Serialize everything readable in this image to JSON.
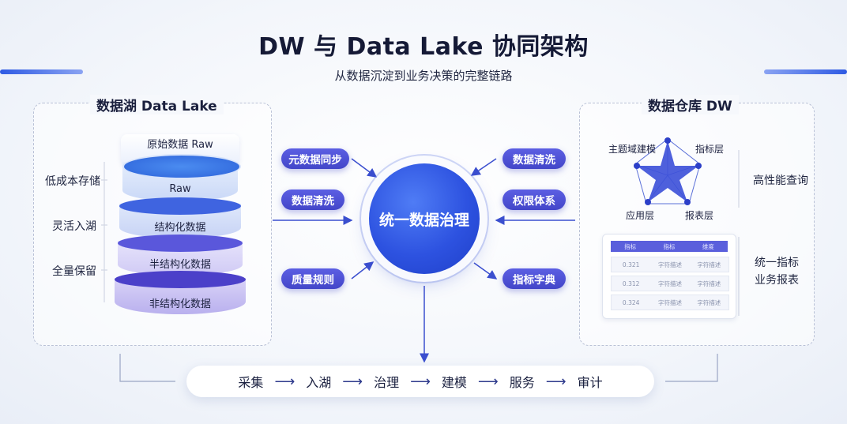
{
  "header": {
    "title": "DW 与 Data Lake 协同架构",
    "subtitle": "从数据沉淀到业务决策的完整链路",
    "accent_color": "#3b62e6"
  },
  "lake": {
    "title": "数据湖 Data Lake",
    "features": [
      "低成本存储",
      "灵活入湖",
      "全量保留"
    ],
    "layers": [
      "原始数据 Raw",
      "Raw",
      "结构化数据",
      "半结构化数据",
      "非结构化数据"
    ]
  },
  "governance": {
    "center": "统一数据治理",
    "left_pills": [
      "元数据同步",
      "数据清洗",
      "质量规则"
    ],
    "right_pills": [
      "数据清洗",
      "权限体系",
      "指标字典"
    ]
  },
  "dw": {
    "title": "数据仓库 DW",
    "radar_labels": [
      "主题域建模",
      "指标层",
      "应用层",
      "报表层"
    ],
    "radar_feature": "高性能查询",
    "table_header": [
      "指标",
      "指标",
      "维度"
    ],
    "table_rows": [
      [
        "0.321",
        "字符描述",
        "字符描述"
      ],
      [
        "0.312",
        "字符描述",
        "字符描述"
      ],
      [
        "0.324",
        "字符描述",
        "字符描述"
      ]
    ],
    "table_feature": "统一指标\n业务报表"
  },
  "flow": {
    "steps": [
      "采集",
      "入湖",
      "治理",
      "建模",
      "服务",
      "审计"
    ],
    "arrow": "⟶"
  }
}
